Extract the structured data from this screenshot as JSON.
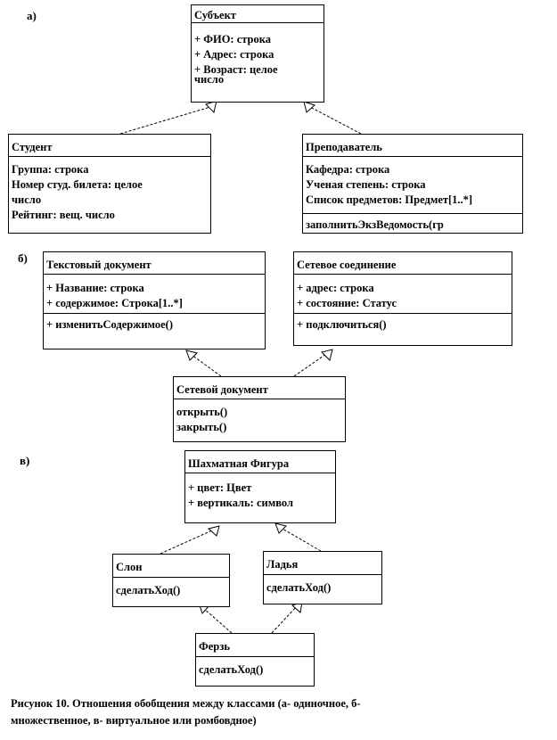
{
  "labels": {
    "a": "а)",
    "b": "б)",
    "v": "в)"
  },
  "diagram_a": {
    "subject": {
      "title": "Субъект",
      "attrs": [
        "+ ФИО: строка",
        "+ Адрес: строка",
        "+ Возраст: целое",
        "число"
      ]
    },
    "student": {
      "title": "Студент",
      "attrs": [
        "Группа: строка",
        "Номер студ. билета: целое",
        "число",
        "Рейтинг: вещ. число"
      ]
    },
    "teacher": {
      "title": "Преподаватель",
      "attrs": [
        "Кафедра: строка",
        "Ученая степень: строка",
        "Список предметов: Предмет[1..*]"
      ],
      "partial": "заполнитьЭкзВедомость(гр"
    }
  },
  "diagram_b": {
    "textdoc": {
      "title": "Текстовый документ",
      "attrs": [
        "+ Название: строка",
        "+ содержимое: Строка[1..*]"
      ],
      "ops": [
        "+ изменитьСодержимое()"
      ]
    },
    "netconn": {
      "title": "Сетевое соединение",
      "attrs": [
        "+ адрес: строка",
        "+ состояние: Статус"
      ],
      "ops": [
        "+ подключиться()"
      ]
    },
    "netdoc": {
      "title": "Сетевой документ",
      "ops": [
        "открыть()",
        "закрыть()"
      ]
    }
  },
  "diagram_v": {
    "piece": {
      "title": "Шахматная  Фигура",
      "attrs": [
        "+ цвет: Цвет",
        "+ вертикаль: символ"
      ]
    },
    "bishop": {
      "title": "Слон",
      "ops": [
        "сделатьХод()"
      ]
    },
    "rook": {
      "title": "Ладья",
      "ops": [
        "сделатьХод()"
      ]
    },
    "queen": {
      "title": "Ферзь",
      "ops": [
        "сделатьХод()"
      ]
    }
  },
  "caption": {
    "line1": "Рисунок 10.  Отношения обобщения между классами (а- одиночное, б-",
    "line2": "множественное,  в- виртуальное или ромбовдное)"
  }
}
